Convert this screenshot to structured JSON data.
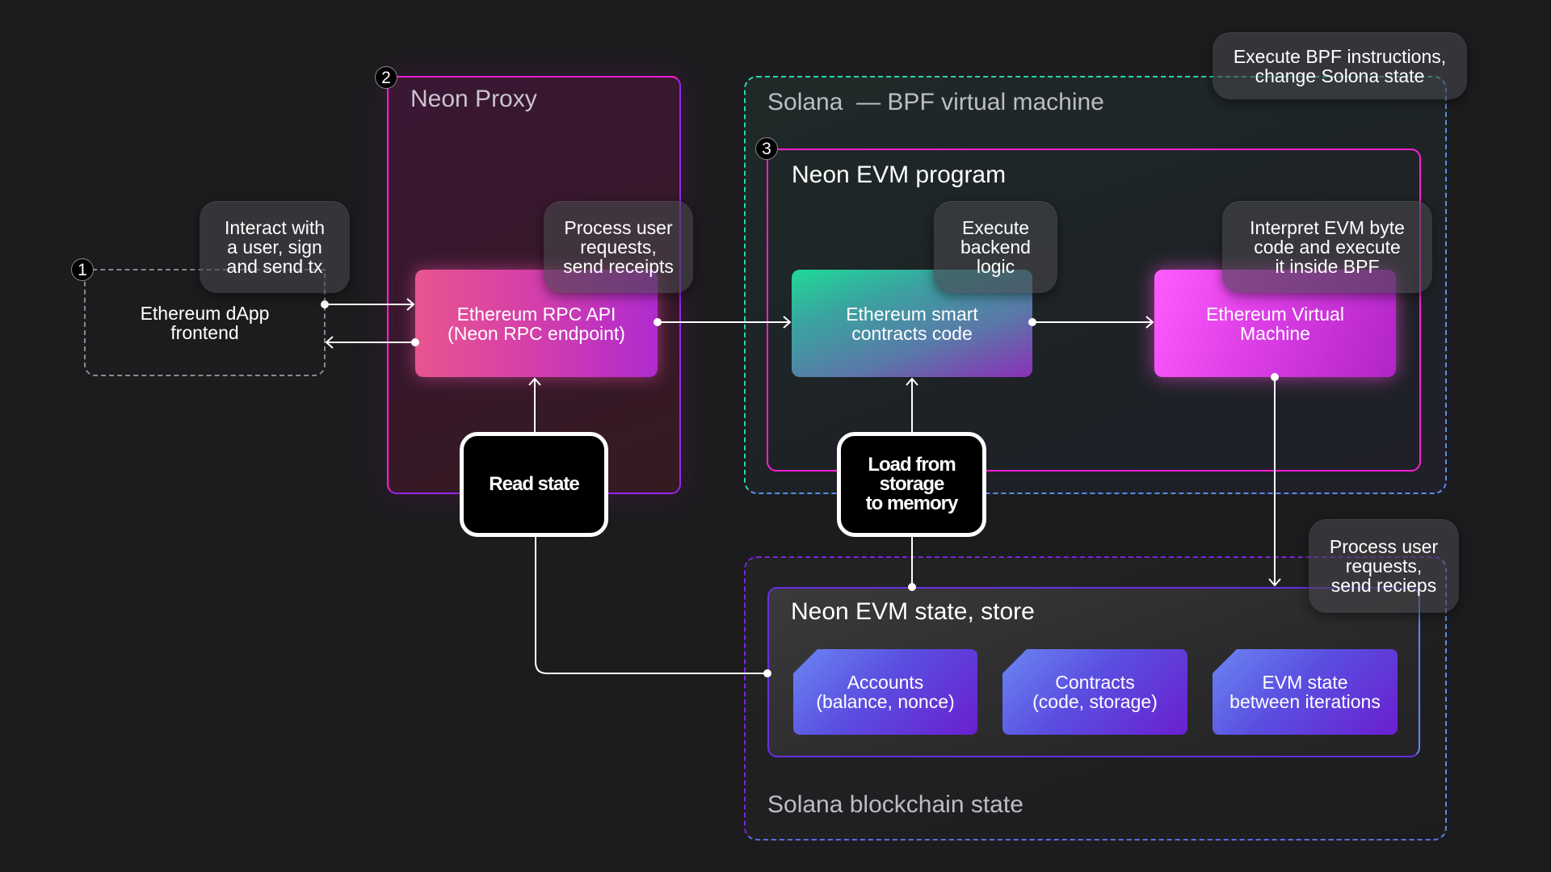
{
  "colors": {
    "background": "#1c1c1e",
    "proxy_border": "#ff1fd2",
    "solana_vm_border_start": "#22e0a0",
    "solana_vm_border_end": "#5a8cf0",
    "evm_program_border": "#ff1fd2",
    "blockchain_state_border_start": "#7a25e0",
    "blockchain_state_border_end": "#5a8cf0"
  },
  "badges": [
    "1",
    "2",
    "3"
  ],
  "regions": {
    "dapp": {
      "label": "Ethereum dApp\nfrontend"
    },
    "proxy": {
      "title": "Neon Proxy"
    },
    "solana_vm": {
      "title": "Solana  — BPF virtual machine"
    },
    "evm_program": {
      "title": "Neon EVM program"
    },
    "evm_state": {
      "title": "Neon EVM state, store"
    },
    "blockchain_state": {
      "title": "Solana blockchain state"
    }
  },
  "nodes": {
    "rpc_api": "Ethereum RPC API\n(Neon RPC endpoint)",
    "smart_contracts": "Ethereum smart\ncontracts code",
    "evm": "Ethereum Virtual\nMachine"
  },
  "steps": {
    "read_state": "Read state",
    "load_storage": "Load from\nstorage\nto memory"
  },
  "stores": [
    {
      "label": "Accounts\n(balance, nonce)"
    },
    {
      "label": "Contracts\n(code, storage)"
    },
    {
      "label": "EVM state\nbetween iterations"
    }
  ],
  "tooltips": {
    "interact": "Interact with\na user, sign\nand send tx",
    "process_receipts": "Process user\nrequests,\nsend receipts",
    "execute_bpf": "Execute BPF instructions,\nchange Solona state",
    "execute_backend": "Execute\nbackend\nlogic",
    "interpret_evm": "Interpret EVM byte\ncode and execute\nit inside BPF",
    "process_recieps": "Process user\nrequests,\nsend recieps"
  }
}
